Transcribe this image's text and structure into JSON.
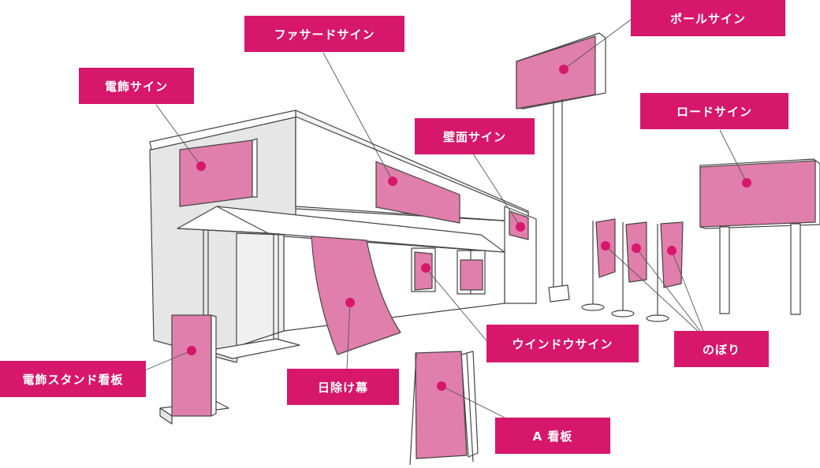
{
  "labels": {
    "fascia": "ファサードサイン",
    "pole": "ポールサイン",
    "illuminated": "電飾サイン",
    "road": "ロードサイン",
    "wall": "壁面サイン",
    "window": "ウインドウサイン",
    "nobori": "のぼり",
    "illuminated_stand": "電飾スタンド看板",
    "awning_curtain": "日除け幕",
    "a_board": "A 看板"
  },
  "colors": {
    "label_bg": "#d6176b",
    "sign_fill": "#e07fab",
    "dot": "#d6176b",
    "outline": "#444444",
    "building_shade": "#e6e6e6"
  }
}
